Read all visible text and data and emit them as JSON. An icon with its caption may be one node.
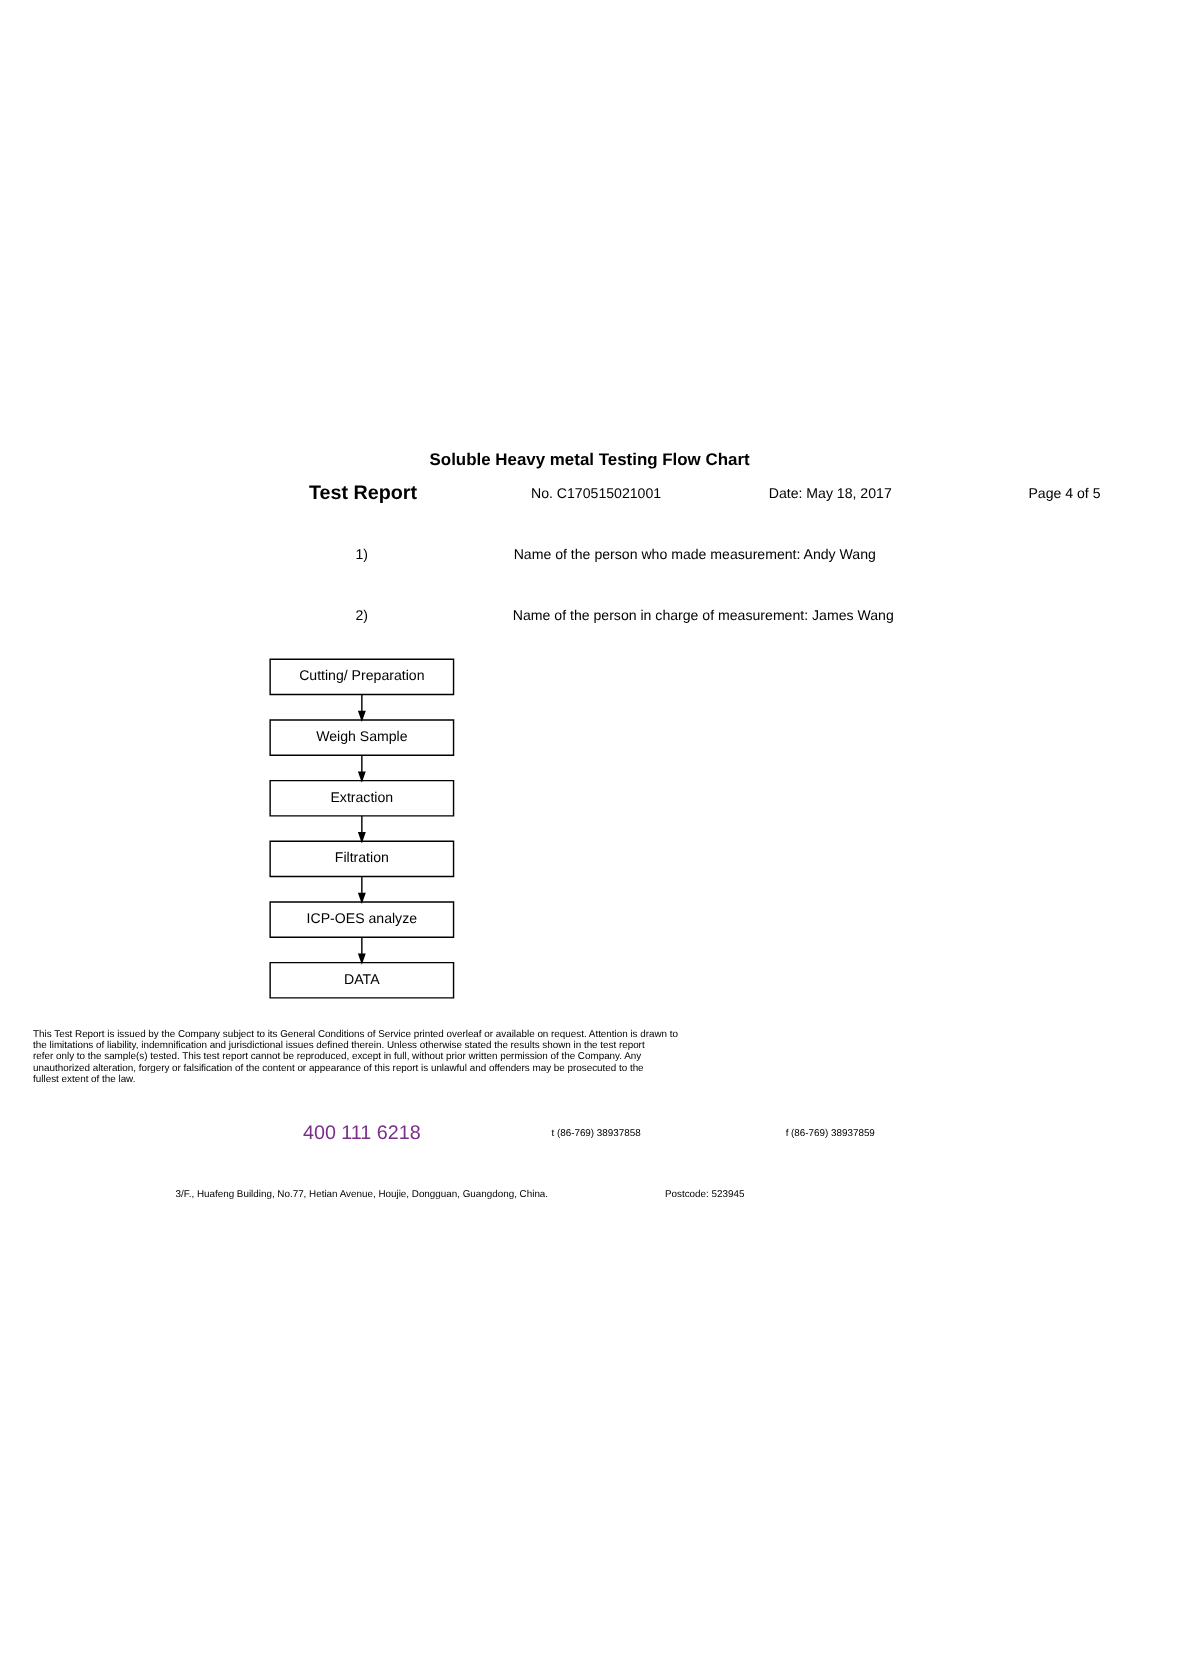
{
  "diagram": {
    "title": "Soluble Heavy metal Testing Flow Chart",
    "nodes": [
      {
        "text": [
          "Cutting/ Preparation"
        ]
      },
      {
        "text": [
          "Weigh Sample"
        ]
      },
      {
        "text": [
          "Extraction"
        ]
      },
      {
        "text": [
          "Filtration"
        ]
      },
      {
        "text": [
          "ICP-OES analyze"
        ]
      },
      {
        "text": [
          "DATA"
        ]
      }
    ],
    "edges": [
      {
        "from": 0,
        "to": 1,
        "arrow": "to"
      },
      {
        "from": 1,
        "to": 2,
        "arrow": "to"
      },
      {
        "from": 2,
        "to": 3,
        "arrow": "to"
      },
      {
        "from": 3,
        "to": 4,
        "arrow": "to"
      },
      {
        "from": 4,
        "to": 5,
        "arrow": "to"
      }
    ],
    "labels": [
      "Test Report",
      "No. C170515021001",
      "Date: May 18, 2017",
      "Page 4 of 5",
      "1)",
      "Name of the person who made measurement: Andy Wang",
      "2)",
      "Name of the person in charge of measurement: James Wang",
      "This Test Report is issued by the Company subject to its General Conditions of Service printed overleaf or available on request. Attention is drawn to the limitations of liability, indemnification and jurisdictional issues defined therein. Unless otherwise stated the results shown in the test report refer only to the sample(s) tested. This test report cannot be reproduced, except in full, without prior written permission of the Company. Any unauthorized alteration, forgery or falsification of the content or appearance of this report is unlawful and offenders may be prosecuted to the fullest extent of the law.",
      "400 111 6218",
      "t (86-769) 38937858",
      "f (86-769) 38937859",
      "3/F., Huafeng Building, No.77, Hetian Avenue, Houjie, Dongguan, Guangdong, China.",
      "Postcode: 523945"
    ]
  }
}
